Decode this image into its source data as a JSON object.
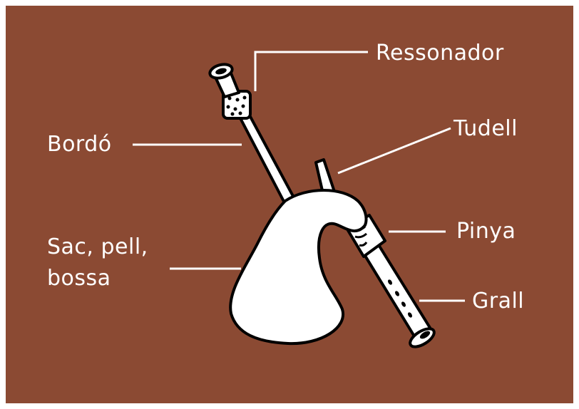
{
  "diagram": {
    "background_color": "#8b4a33",
    "ink_color": "#000000",
    "fill_color": "#ffffff",
    "labels": {
      "ressonador": "Ressonador",
      "bordo": "Bordó",
      "tudell": "Tudell",
      "pinya": "Pinya",
      "sac_line1": "Sac, pell,",
      "sac_line2": "bossa",
      "grall": "Grall"
    }
  }
}
